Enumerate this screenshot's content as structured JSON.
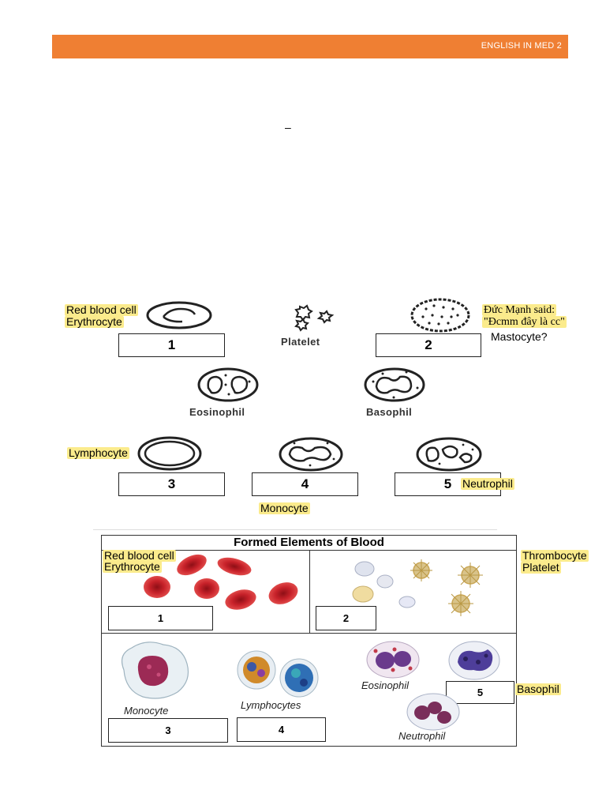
{
  "header": {
    "title": "ENGLISH IN MED 2"
  },
  "dash": "–",
  "diagram": {
    "cells": {
      "platelet": "Platelet",
      "eosinophil": "Eosinophil",
      "basophil": "Basophil"
    },
    "annotations": {
      "rbc_line1": "Red blood cell",
      "rbc_line2": "Erythrocyte",
      "comment_line1": "Đức Mạnh said:",
      "comment_line2": "\"Đcmm đây là cc\"",
      "mastocyte": "Mastocyte?",
      "lymphocyte": "Lymphocyte",
      "neutrophil": "Neutrophil",
      "monocyte": "Monocyte"
    },
    "boxes": [
      "1",
      "2",
      "3",
      "4",
      "5"
    ]
  },
  "figure": {
    "title": "Formed Elements of Blood",
    "labels": {
      "monocyte": "Monocyte",
      "lymphocytes": "Lymphocytes",
      "eosinophil": "Eosinophil",
      "neutrophil": "Neutrophil"
    },
    "annotations": {
      "rbc_line1": "Red blood cell",
      "rbc_line2": "Erythrocyte",
      "thrombocyte": "Thrombocyte",
      "platelet": "Platelet",
      "basophil": "Basophil"
    },
    "boxes": [
      "1",
      "2",
      "3",
      "4",
      "5"
    ]
  },
  "colors": {
    "header": "#ef7f33",
    "highlight": "#fbeb8c",
    "rbc_red": "#c8222a"
  }
}
